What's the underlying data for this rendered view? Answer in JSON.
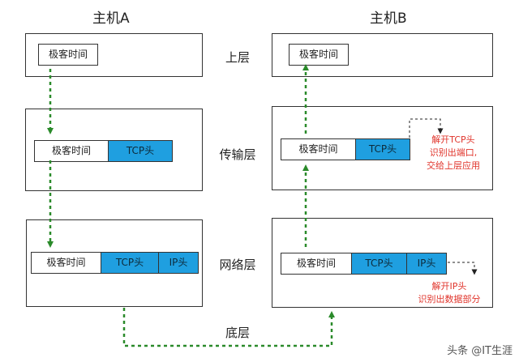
{
  "hosts": {
    "a": "主机A",
    "b": "主机B"
  },
  "layers": {
    "upper": "上层",
    "transport": "传输层",
    "network": "网络层",
    "bottom": "底层"
  },
  "segments": {
    "data": "极客时间",
    "tcp": "TCP头",
    "ip": "IP头"
  },
  "notes": {
    "tcp": [
      "解开TCP头",
      "识别出端口,",
      "交给上层应用"
    ],
    "ip": [
      "解开IP头",
      "识别出数据部分"
    ]
  },
  "watermark": "头条 @IT生涯",
  "colors": {
    "header_fill": "#1f9fe0",
    "arrow": "#2a8a2a",
    "note": "#e0342b"
  }
}
